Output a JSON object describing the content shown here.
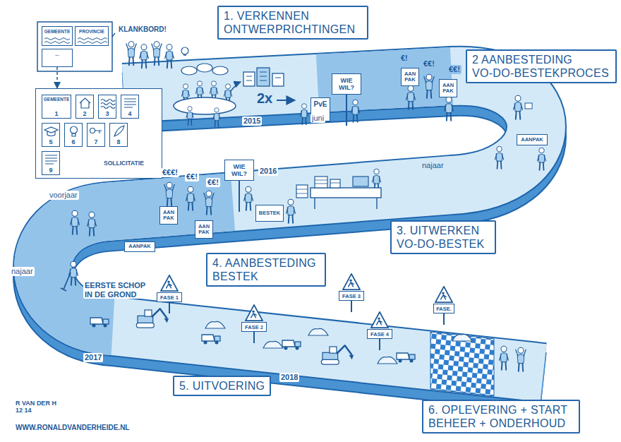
{
  "diagram": {
    "nodes": [
      {
        "text": [
          "GEMEENTE"
        ]
      },
      {
        "text": [
          "PROVINCIE"
        ]
      },
      {
        "text": [
          "..."
        ]
      },
      {
        "text": [
          "SOLLICITATIE"
        ]
      },
      {
        "text": [
          "GEMEENTE",
          "1"
        ],
        "in": 3
      },
      {
        "text": [
          "2"
        ],
        "in": 3
      },
      {
        "text": [
          "3"
        ],
        "in": 3
      },
      {
        "text": [
          "4"
        ],
        "in": 3
      },
      {
        "text": [
          "5"
        ],
        "in": 3
      },
      {
        "text": [
          "6"
        ],
        "in": 3
      },
      {
        "text": [
          "7"
        ],
        "in": 3
      },
      {
        "text": [
          "8"
        ],
        "in": 3
      },
      {
        "text": [
          "9"
        ],
        "in": 3
      },
      {
        "text": [
          "1. VERKENNEN ONTWERPRICHTINGEN"
        ]
      },
      {
        "text": [
          "WIE WIL?"
        ]
      },
      {
        "text": [
          "PvE"
        ]
      },
      {
        "text": [
          "AAN PAK"
        ]
      },
      {
        "text": [
          "AAN PAK"
        ]
      },
      {
        "text": [
          "2 AANBESTEDING VO-DO-BESTEKPROCES"
        ]
      },
      {
        "text": [
          "AANPAK"
        ]
      },
      {
        "text": [
          "WIE WIL?"
        ]
      },
      {
        "text": [
          "BESTEK"
        ]
      },
      {
        "text": [
          "AAN PAK"
        ]
      },
      {
        "text": [
          "AAN PAK"
        ]
      },
      {
        "text": [
          "3. UITWERKEN VO-DO-BESTEK"
        ]
      },
      {
        "text": [
          "AANPAK"
        ]
      },
      {
        "text": [
          "4. AANBESTEDING BESTEK"
        ]
      },
      {
        "text": [
          "FASE 1"
        ]
      },
      {
        "text": [
          "FASE 2"
        ]
      },
      {
        "text": [
          "FASE 3"
        ]
      },
      {
        "text": [
          "FASE 4"
        ]
      },
      {
        "text": [
          "FASE."
        ]
      },
      {
        "text": [
          "5. UITVOERING"
        ]
      },
      {
        "text": [
          "6. OPLEVERING + START BEHEER + ONDERHOUD"
        ]
      }
    ],
    "edges": [
      {
        "from": 2,
        "to": 3,
        "arrow": "to"
      }
    ],
    "labels": [
      "KLANKBORD!",
      "2x",
      "2015",
      "juni",
      "€!",
      "€€!",
      "€€!",
      "najaar",
      "2016",
      "€€€!",
      "€€!",
      "€€!",
      "voorjaar",
      "najaar",
      "EERSTE SCHOP IN DE GROND",
      "2017",
      "2018",
      "R VAN DER H 12 14",
      "WWW.RONALDVANDERHEIDE.NL"
    ]
  }
}
